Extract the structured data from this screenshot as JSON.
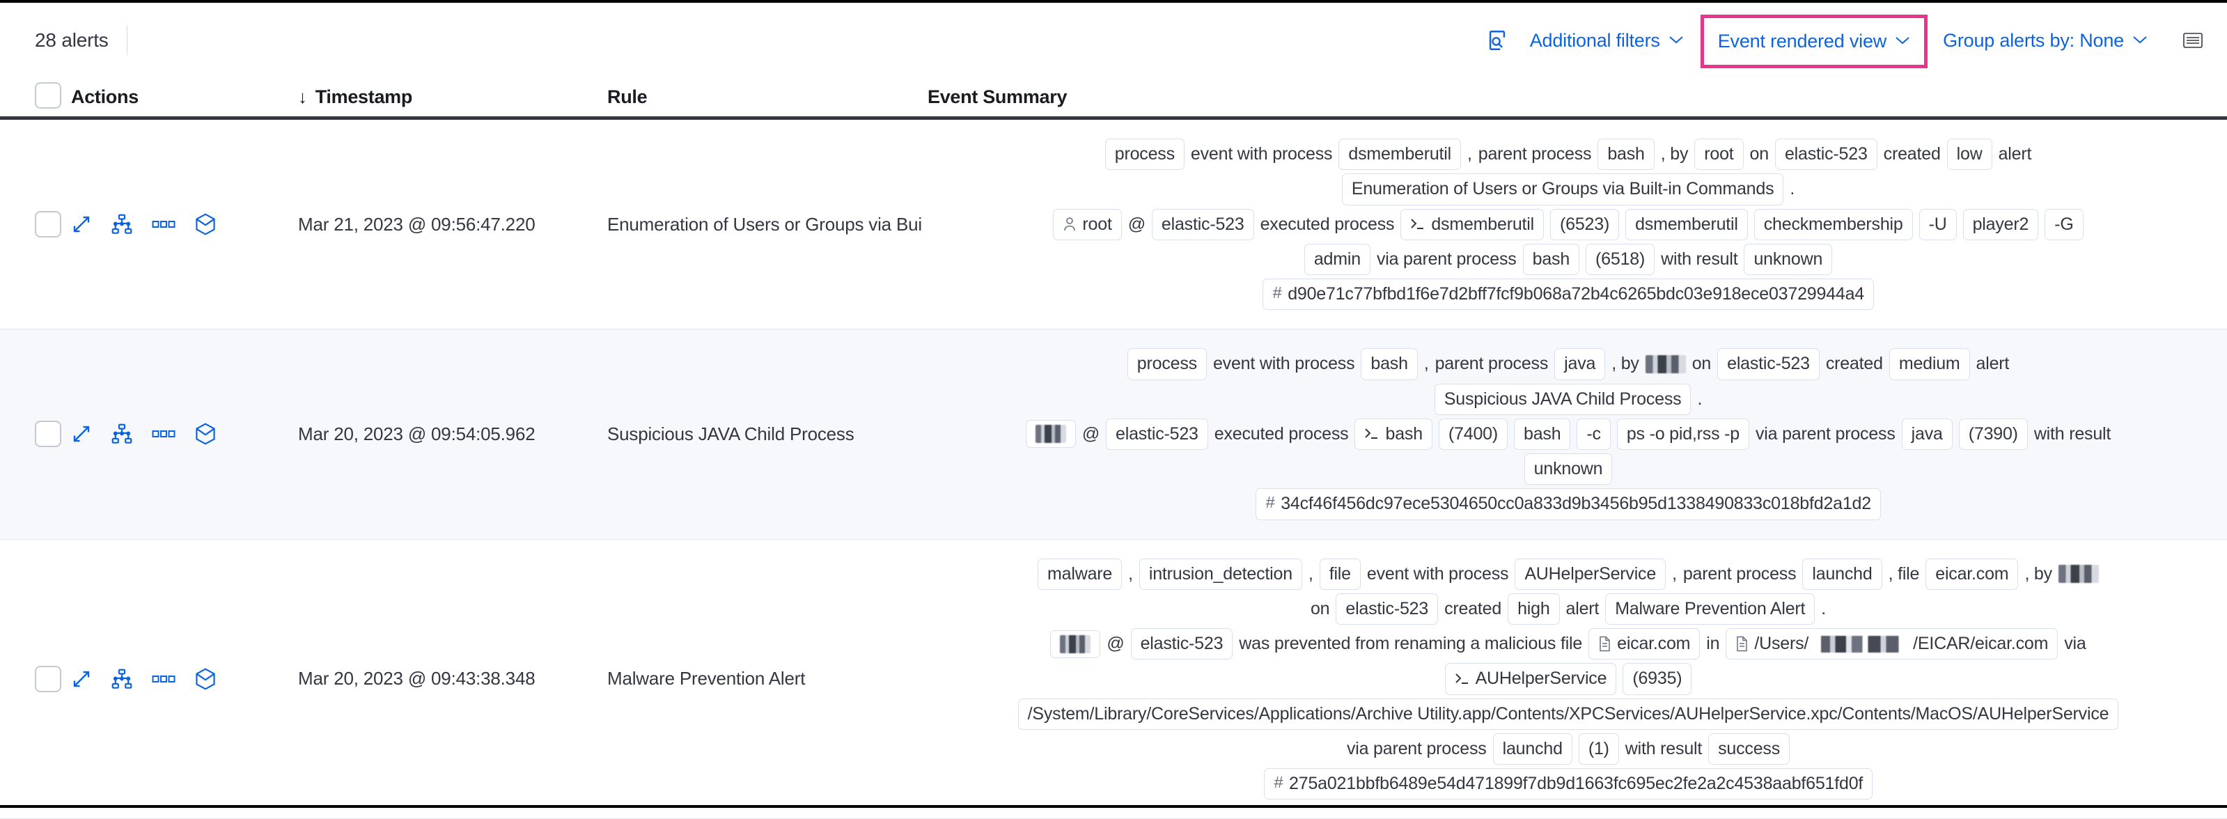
{
  "toolbar": {
    "alerts_count_label": "28 alerts",
    "inspect_icon": "inspect-icon",
    "additional_filters_label": "Additional filters",
    "event_rendered_view_label": "Event rendered view",
    "group_alerts_by_label": "Group alerts by: None",
    "keyboard_icon": "keyboard-shortcuts-icon",
    "chevron": "⌄",
    "highlight_color": "#e8368f",
    "link_color": "#0b64dd"
  },
  "table": {
    "headers": {
      "select_all": "",
      "actions": "Actions",
      "timestamp": "Timestamp",
      "rule": "Rule",
      "event_summary": "Event Summary"
    },
    "sort_indicator": "↓",
    "row_actions": [
      "expand-icon",
      "analyzer-icon",
      "more-actions-icon",
      "session-view-icon"
    ]
  },
  "rows": [
    {
      "timestamp": "Mar 21, 2023 @ 09:56:47.220",
      "rule": "Enumeration of Users or Groups via Bui",
      "lines": [
        [
          {
            "t": "chip",
            "v": "process"
          },
          {
            "t": "txt",
            "v": "event with process"
          },
          {
            "t": "chip",
            "v": "dsmemberutil"
          },
          {
            "t": "txt",
            "v": ","
          },
          {
            "t": "txt",
            "v": "parent process"
          },
          {
            "t": "chip",
            "v": "bash"
          },
          {
            "t": "txt",
            "v": ", by"
          },
          {
            "t": "chip",
            "v": "root"
          },
          {
            "t": "txt",
            "v": "on"
          },
          {
            "t": "chip",
            "v": "elastic-523"
          },
          {
            "t": "txt",
            "v": "created"
          },
          {
            "t": "chip",
            "v": "low"
          },
          {
            "t": "txt",
            "v": "alert"
          }
        ],
        [
          {
            "t": "chip",
            "v": "Enumeration of Users or Groups via Built-in Commands"
          },
          {
            "t": "txt",
            "v": "."
          }
        ],
        [
          {
            "t": "chip",
            "v": "root",
            "icon": "user-icon"
          },
          {
            "t": "txt",
            "v": "@"
          },
          {
            "t": "chip",
            "v": "elastic-523"
          },
          {
            "t": "txt",
            "v": "executed process"
          },
          {
            "t": "chip",
            "v": "dsmemberutil",
            "icon": "terminal-icon"
          },
          {
            "t": "chip",
            "v": "(6523)"
          },
          {
            "t": "chip",
            "v": "dsmemberutil"
          },
          {
            "t": "chip",
            "v": "checkmembership"
          },
          {
            "t": "chip",
            "v": "-U"
          },
          {
            "t": "chip",
            "v": "player2"
          },
          {
            "t": "chip",
            "v": "-G"
          }
        ],
        [
          {
            "t": "chip",
            "v": "admin"
          },
          {
            "t": "txt",
            "v": "via parent process"
          },
          {
            "t": "chip",
            "v": "bash"
          },
          {
            "t": "chip",
            "v": "(6518)"
          },
          {
            "t": "txt",
            "v": "with result"
          },
          {
            "t": "chip",
            "v": "unknown"
          }
        ],
        [
          {
            "t": "chip",
            "v": "d90e71c77bfbd1f6e7d2bff7fcf9b068a72b4c6265bdc03e918ece03729944a4",
            "icon": "hash-icon"
          }
        ]
      ]
    },
    {
      "timestamp": "Mar 20, 2023 @ 09:54:05.962",
      "rule": "Suspicious JAVA Child Process",
      "lines": [
        [
          {
            "t": "chip",
            "v": "process"
          },
          {
            "t": "txt",
            "v": "event with process"
          },
          {
            "t": "chip",
            "v": "bash"
          },
          {
            "t": "txt",
            "v": ","
          },
          {
            "t": "txt",
            "v": "parent process"
          },
          {
            "t": "chip",
            "v": "java"
          },
          {
            "t": "txt",
            "v": ", by"
          },
          {
            "t": "redact",
            "v": ""
          },
          {
            "t": "txt",
            "v": "on"
          },
          {
            "t": "chip",
            "v": "elastic-523"
          },
          {
            "t": "txt",
            "v": "created"
          },
          {
            "t": "chip",
            "v": "medium"
          },
          {
            "t": "txt",
            "v": "alert"
          }
        ],
        [
          {
            "t": "chip",
            "v": "Suspicious JAVA Child Process"
          },
          {
            "t": "txt",
            "v": "."
          }
        ],
        [
          {
            "t": "chip",
            "v": "",
            "redact": true
          },
          {
            "t": "txt",
            "v": "@"
          },
          {
            "t": "chip",
            "v": "elastic-523"
          },
          {
            "t": "txt",
            "v": "executed process"
          },
          {
            "t": "chip",
            "v": "bash",
            "icon": "terminal-icon"
          },
          {
            "t": "chip",
            "v": "(7400)"
          },
          {
            "t": "chip",
            "v": "bash"
          },
          {
            "t": "chip",
            "v": "-c"
          },
          {
            "t": "chip",
            "v": "ps -o pid,rss -p"
          },
          {
            "t": "txt",
            "v": "via parent process"
          },
          {
            "t": "chip",
            "v": "java"
          },
          {
            "t": "chip",
            "v": "(7390)"
          },
          {
            "t": "txt",
            "v": "with result"
          }
        ],
        [
          {
            "t": "chip",
            "v": "unknown"
          }
        ],
        [
          {
            "t": "chip",
            "v": "34cf46f456dc97ece5304650cc0a833d9b3456b95d1338490833c018bfd2a1d2",
            "icon": "hash-icon"
          }
        ]
      ]
    },
    {
      "timestamp": "Mar 20, 2023 @ 09:43:38.348",
      "rule": "Malware Prevention Alert",
      "lines": [
        [
          {
            "t": "chip",
            "v": "malware"
          },
          {
            "t": "txt",
            "v": ","
          },
          {
            "t": "chip",
            "v": "intrusion_detection"
          },
          {
            "t": "txt",
            "v": ","
          },
          {
            "t": "chip",
            "v": "file"
          },
          {
            "t": "txt",
            "v": "event with process"
          },
          {
            "t": "chip",
            "v": "AUHelperService"
          },
          {
            "t": "txt",
            "v": ","
          },
          {
            "t": "txt",
            "v": "parent process"
          },
          {
            "t": "chip",
            "v": "launchd"
          },
          {
            "t": "txt",
            "v": ", file"
          },
          {
            "t": "chip",
            "v": "eicar.com"
          },
          {
            "t": "txt",
            "v": ", by"
          },
          {
            "t": "redact",
            "v": ""
          }
        ],
        [
          {
            "t": "txt",
            "v": "on"
          },
          {
            "t": "chip",
            "v": "elastic-523"
          },
          {
            "t": "txt",
            "v": "created"
          },
          {
            "t": "chip",
            "v": "high"
          },
          {
            "t": "txt",
            "v": "alert"
          },
          {
            "t": "chip",
            "v": "Malware Prevention Alert"
          },
          {
            "t": "txt",
            "v": "."
          }
        ],
        [
          {
            "t": "chip",
            "v": "",
            "redact": true
          },
          {
            "t": "txt",
            "v": "@"
          },
          {
            "t": "chip",
            "v": "elastic-523"
          },
          {
            "t": "txt",
            "v": "was prevented from renaming a malicious file"
          },
          {
            "t": "chip",
            "v": "eicar.com",
            "icon": "file-icon"
          },
          {
            "t": "txt",
            "v": "in"
          },
          {
            "t": "chip",
            "v": "/Users/",
            "icon": "file-icon",
            "suffix": "/EICAR/eicar.com",
            "path_redact": true
          },
          {
            "t": "txt",
            "v": "via"
          }
        ],
        [
          {
            "t": "chip",
            "v": "AUHelperService",
            "icon": "terminal-icon"
          },
          {
            "t": "chip",
            "v": "(6935)"
          }
        ],
        [
          {
            "t": "chip",
            "v": "/System/Library/CoreServices/Applications/Archive Utility.app/Contents/XPCServices/AUHelperService.xpc/Contents/MacOS/AUHelperService"
          }
        ],
        [
          {
            "t": "txt",
            "v": "via parent process"
          },
          {
            "t": "chip",
            "v": "launchd"
          },
          {
            "t": "chip",
            "v": "(1)"
          },
          {
            "t": "txt",
            "v": "with result"
          },
          {
            "t": "chip",
            "v": "success"
          }
        ],
        [
          {
            "t": "chip",
            "v": "275a021bbfb6489e54d471899f7db9d1663fc695ec2fe2a2c4538aabf651fd0f",
            "icon": "hash-icon"
          }
        ]
      ]
    }
  ]
}
